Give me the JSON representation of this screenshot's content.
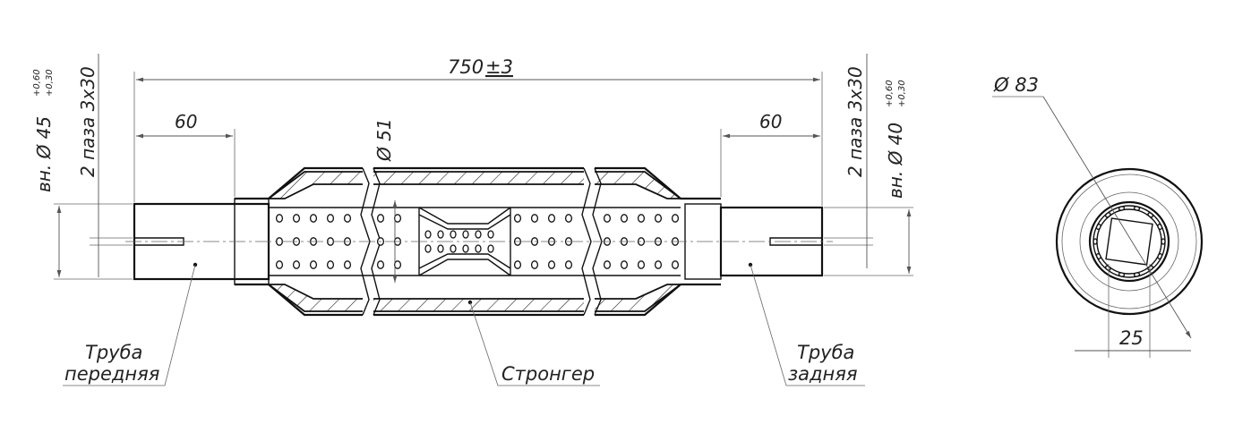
{
  "dimensions": {
    "overall": "750",
    "overall_tol": "±3",
    "left_pipe_len": "60",
    "right_pipe_len": "60",
    "body_dia": "Ø 51",
    "left_inner_dia": "вн. Ø 45",
    "left_tol_upper": "+0,60",
    "left_tol_lower": "+0,30",
    "left_slots": "2 паза 3х30",
    "right_inner_dia": "вн. Ø 40",
    "right_tol_upper": "+0,60",
    "right_tol_lower": "+0,30",
    "right_slots": "2 паза 3х30",
    "end_dia": "Ø 83",
    "end_offset": "25"
  },
  "callouts": {
    "front_pipe_1": "Труба",
    "front_pipe_2": "передняя",
    "stronger": "Стронгер",
    "rear_pipe_1": "Труба",
    "rear_pipe_2": "задняя"
  },
  "colors": {
    "line": "#111111",
    "dimension": "#555555",
    "background": "#ffffff"
  }
}
